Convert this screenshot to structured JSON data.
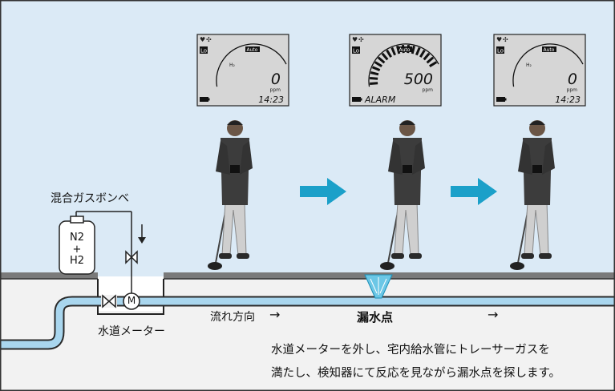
{
  "cylinder": {
    "title": "混合ガスボンベ",
    "gas_top": "N2",
    "gas_plus": "+",
    "gas_bottom": "H2"
  },
  "meter": {
    "label": "水道メーター",
    "symbol": "M"
  },
  "flow": {
    "label": "流れ方向",
    "arrow": "→",
    "arrow2": "→"
  },
  "leak": {
    "label": "漏水点"
  },
  "description": {
    "line1": "水道メーターを外し、宅内給水管にトレーサーガスを",
    "line2": "満たし、検知器にて反応を見ながら漏水点を探します。"
  },
  "displays": [
    {
      "mode": "Lo",
      "auto": "Auto",
      "gas": "H₂",
      "value": "0",
      "unit": "ppm",
      "footer": "14:23",
      "level": 0.0
    },
    {
      "mode": "Lo",
      "auto": "Auto",
      "gas": "",
      "value": "500",
      "unit": "ppm",
      "footer": "ALARM",
      "level": 1.0
    },
    {
      "mode": "Lo",
      "auto": "Auto",
      "gas": "H₂",
      "value": "0",
      "unit": "ppm",
      "footer": "14:23",
      "level": 0.0
    }
  ],
  "colors": {
    "sky": "#dbeaf6",
    "ground": "#f1f1f1",
    "pipe": "#a9d6ee",
    "arrow": "#1ba0c9",
    "lcd": "#d6d6d6",
    "leak": "#6bc7e6"
  }
}
